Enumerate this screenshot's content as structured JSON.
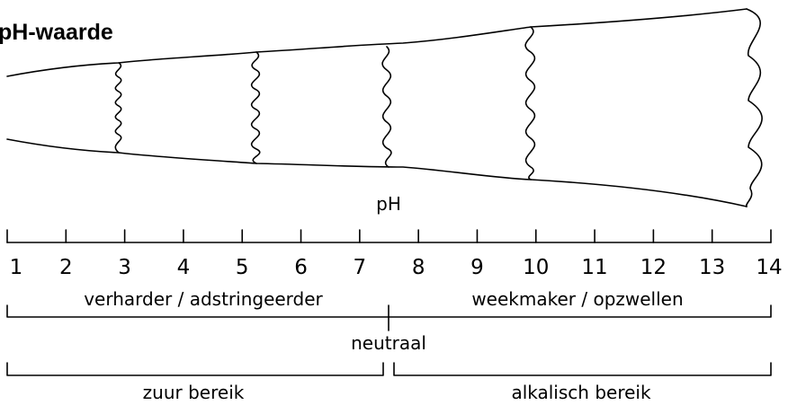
{
  "title": "pH-waarde",
  "axis_label": "pH",
  "scale": {
    "min": 1,
    "max": 14,
    "neutral": 7.5
  },
  "ticks": [
    "1",
    "2",
    "3",
    "4",
    "5",
    "6",
    "7",
    "8",
    "9",
    "10",
    "11",
    "12",
    "13",
    "14"
  ],
  "ranges_upper": [
    {
      "label": "verharder / adstringeerder"
    },
    {
      "label": "weekmaker / opzwellen"
    }
  ],
  "neutral_label": "neutraal",
  "ranges_lower": [
    {
      "label": "zuur bereik"
    },
    {
      "label": "alkalisch bereik"
    }
  ],
  "illustration": "swelling-fibre",
  "colors": {
    "ink": "#000000",
    "background": "#ffffff"
  }
}
